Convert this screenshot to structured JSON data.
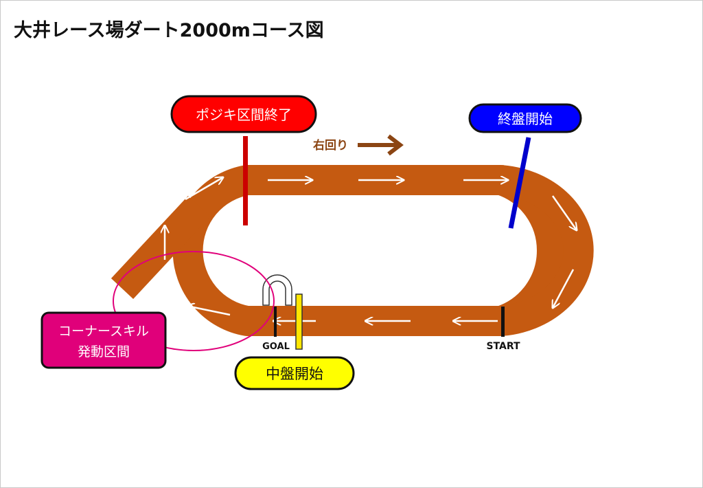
{
  "title": "大井レース場ダート2000mコース図",
  "direction_label": "右回り",
  "labels": {
    "posiki_end": "ポジキ区間終了",
    "final_stage_start": "終盤開始",
    "corner_skill_line1": "コーナースキル",
    "corner_skill_line2": "発動区間",
    "mid_stage_start": "中盤開始",
    "start": "START",
    "goal": "GOAL"
  },
  "colors": {
    "track": "#c55a11",
    "arrow": "#ffffff",
    "direction_arrow": "#8b4513",
    "posiki_box": "#ff0000",
    "final_box": "#0000ff",
    "corner_box": "#e0007a",
    "corner_circle": "#e0007a",
    "mid_box": "#ffff00",
    "posiki_marker": "#cc0000",
    "final_marker": "#0000cc",
    "mid_marker": "#ffe600"
  }
}
